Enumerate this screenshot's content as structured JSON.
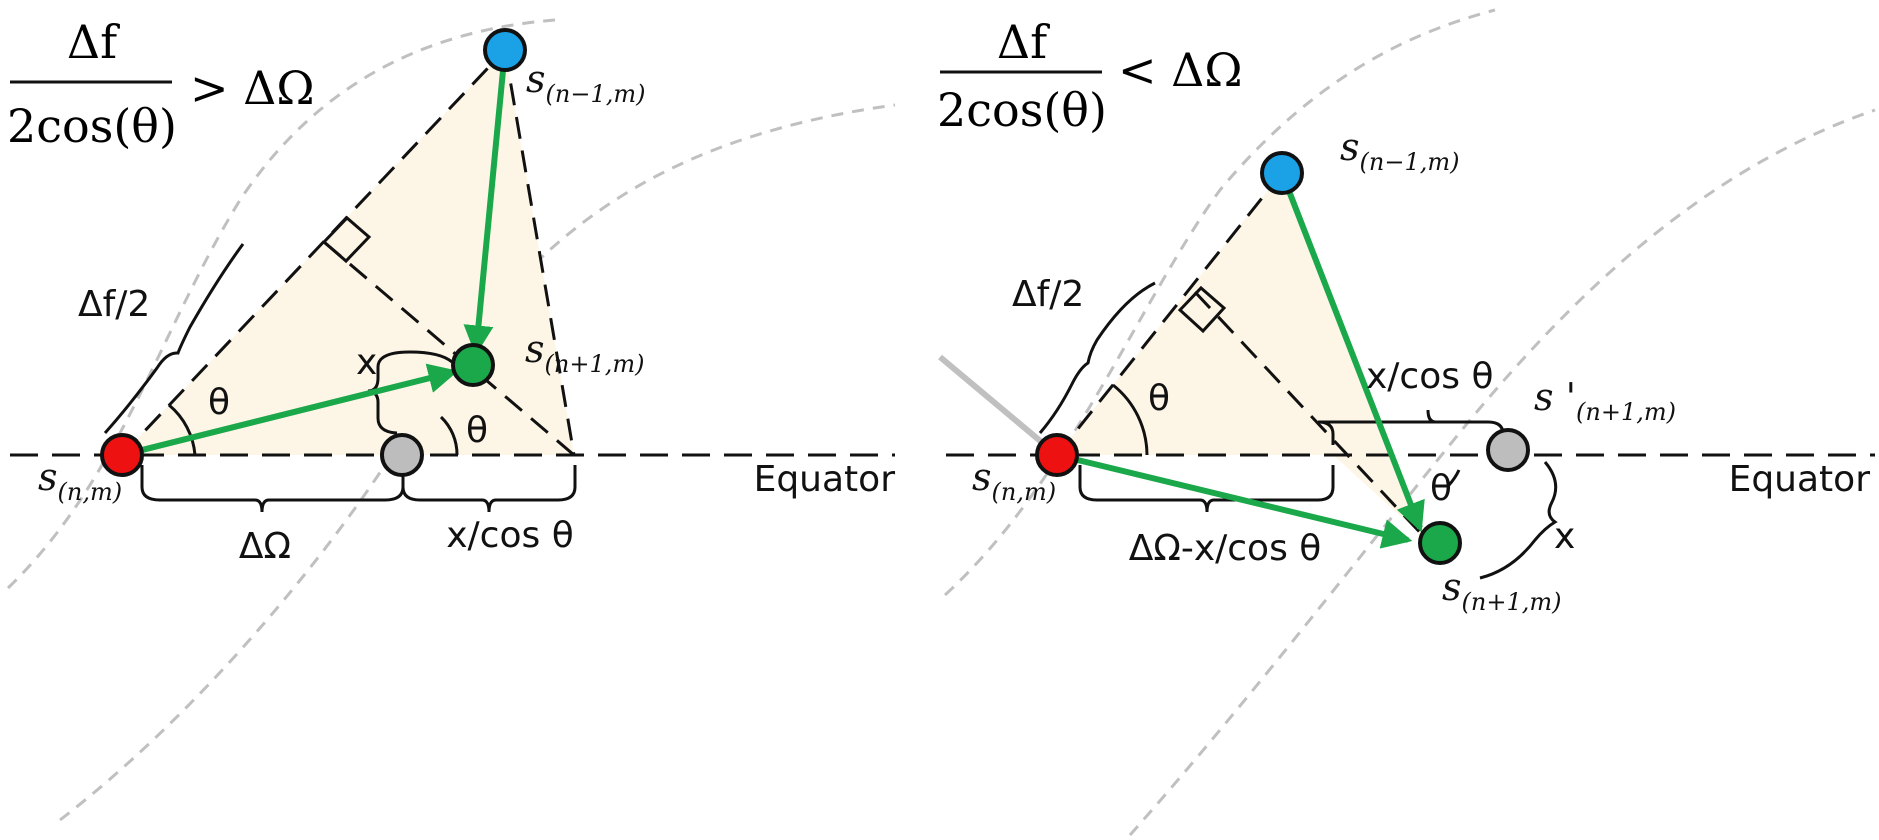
{
  "colors": {
    "tri_fill": "#fdf6e6",
    "arrow": "#1aa84a",
    "sat_blue": "#1aa1e6",
    "sat_green": "#1aa84a",
    "sat_red": "#ee1111",
    "sat_gray": "#bdbdbd",
    "orbit": "#c0c0c0"
  },
  "left": {
    "condition": {
      "numerator": "Δf",
      "denominator": "2cos(θ)",
      "relation": "> ΔΩ"
    },
    "sat_top": {
      "main": "s",
      "sub": "(n−1,m)"
    },
    "sat_mid": {
      "main": "s",
      "sub": "(n+1,m)"
    },
    "sat_origin": {
      "main": "s",
      "sub": "(n,m)"
    },
    "label_half_df": "Δf/2",
    "label_x": "x",
    "label_theta_origin": "θ",
    "label_theta_gray": "θ",
    "label_delta_omega": "ΔΩ",
    "label_x_cos": "x/cos θ",
    "label_equator": "Equator"
  },
  "right": {
    "condition": {
      "numerator": "Δf",
      "denominator": "2cos(θ)",
      "relation": "< ΔΩ"
    },
    "sat_top": {
      "main": "s",
      "sub": "(n−1,m)"
    },
    "sat_prime": {
      "main": "s '",
      "sub": "(n+1,m)"
    },
    "sat_bottom": {
      "main": "s",
      "sub": "(n+1,m)"
    },
    "sat_origin": {
      "main": "s",
      "sub": "(n,m)"
    },
    "label_half_df": "Δf/2",
    "label_theta_origin": "θ",
    "label_theta_green": "θ",
    "label_x_cos": "x/cos θ",
    "label_delta_omega_minus": "ΔΩ-x/cos θ",
    "label_x": "x",
    "label_equator": "Equator"
  }
}
